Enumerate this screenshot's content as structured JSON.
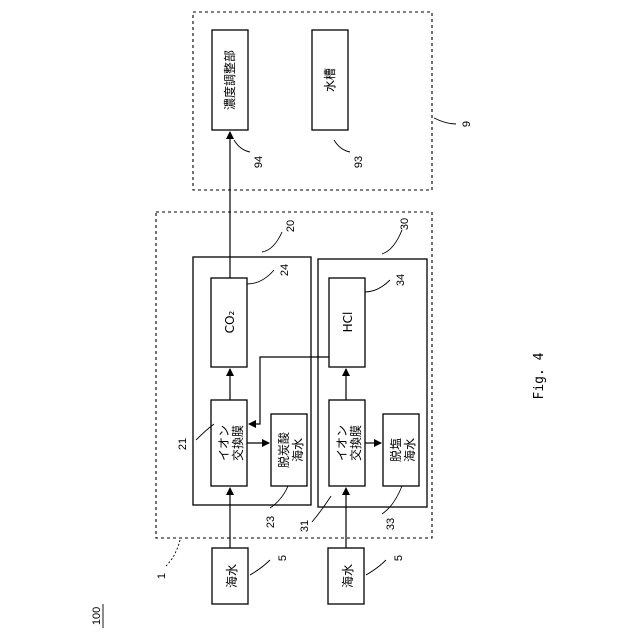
{
  "figure": {
    "caption": "Fig. 4",
    "ref_system": "100"
  },
  "system_1": {
    "ref": "1"
  },
  "module_20": {
    "ref": "20"
  },
  "module_30": {
    "ref": "30"
  },
  "unit_9": {
    "ref": "9"
  },
  "blocks": {
    "seawater_a": {
      "label": "海水",
      "ref": "5"
    },
    "seawater_b": {
      "label": "海水",
      "ref": "5"
    },
    "ion_membrane_a": {
      "label_line1": "イオン",
      "label_line2": "交換膜",
      "ref": "21"
    },
    "ion_membrane_b": {
      "label_line1": "イオン",
      "label_line2": "交換膜",
      "ref": "31"
    },
    "co2": {
      "label": "CO₂",
      "ref": "24"
    },
    "hcl": {
      "label": "HCl",
      "ref": "34"
    },
    "decarb_seawater": {
      "label_line1": "脱炭酸",
      "label_line2": "海水",
      "ref": "23"
    },
    "desalt_seawater": {
      "label_line1": "脱塩",
      "label_line2": "海水",
      "ref": "33"
    },
    "concentration_adjuster": {
      "label": "濃度調整部",
      "ref": "94"
    },
    "water_tank": {
      "label": "水槽",
      "ref": "93"
    }
  }
}
